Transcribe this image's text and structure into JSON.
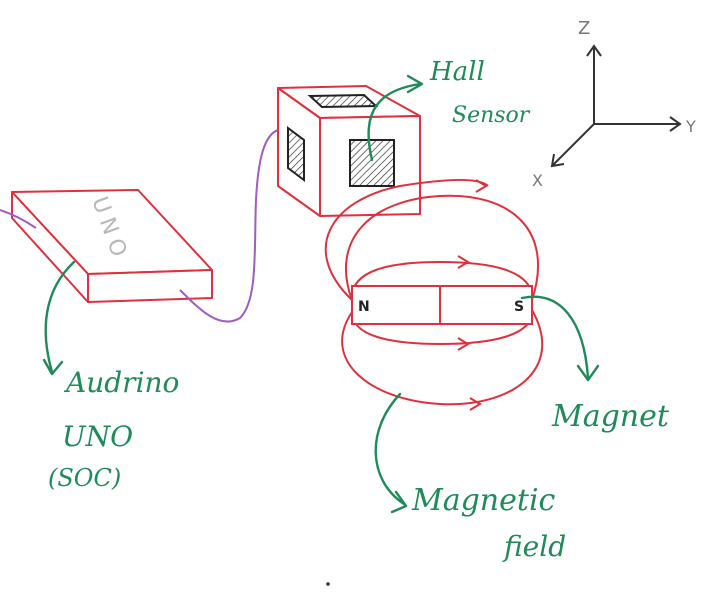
{
  "labels": {
    "board_text": "UNO",
    "board_caption_line1": "Audrino",
    "board_caption_line2": "UNO",
    "board_caption_line3": "(SOC)",
    "sensor_caption_line1": "Hall",
    "sensor_caption_line2": "Sensor",
    "magnet_caption": "Magnet",
    "field_caption_line1": "Magnetic",
    "field_caption_line2": "field",
    "pole_north": "N",
    "pole_south": "S"
  },
  "axes": {
    "z": "Z",
    "y": "Y",
    "x": "X"
  },
  "colors": {
    "outline": "#e0303c",
    "annotation": "#1f8a5a",
    "wire": "#a05cc0",
    "axes": "#555555",
    "ink": "#222222"
  }
}
